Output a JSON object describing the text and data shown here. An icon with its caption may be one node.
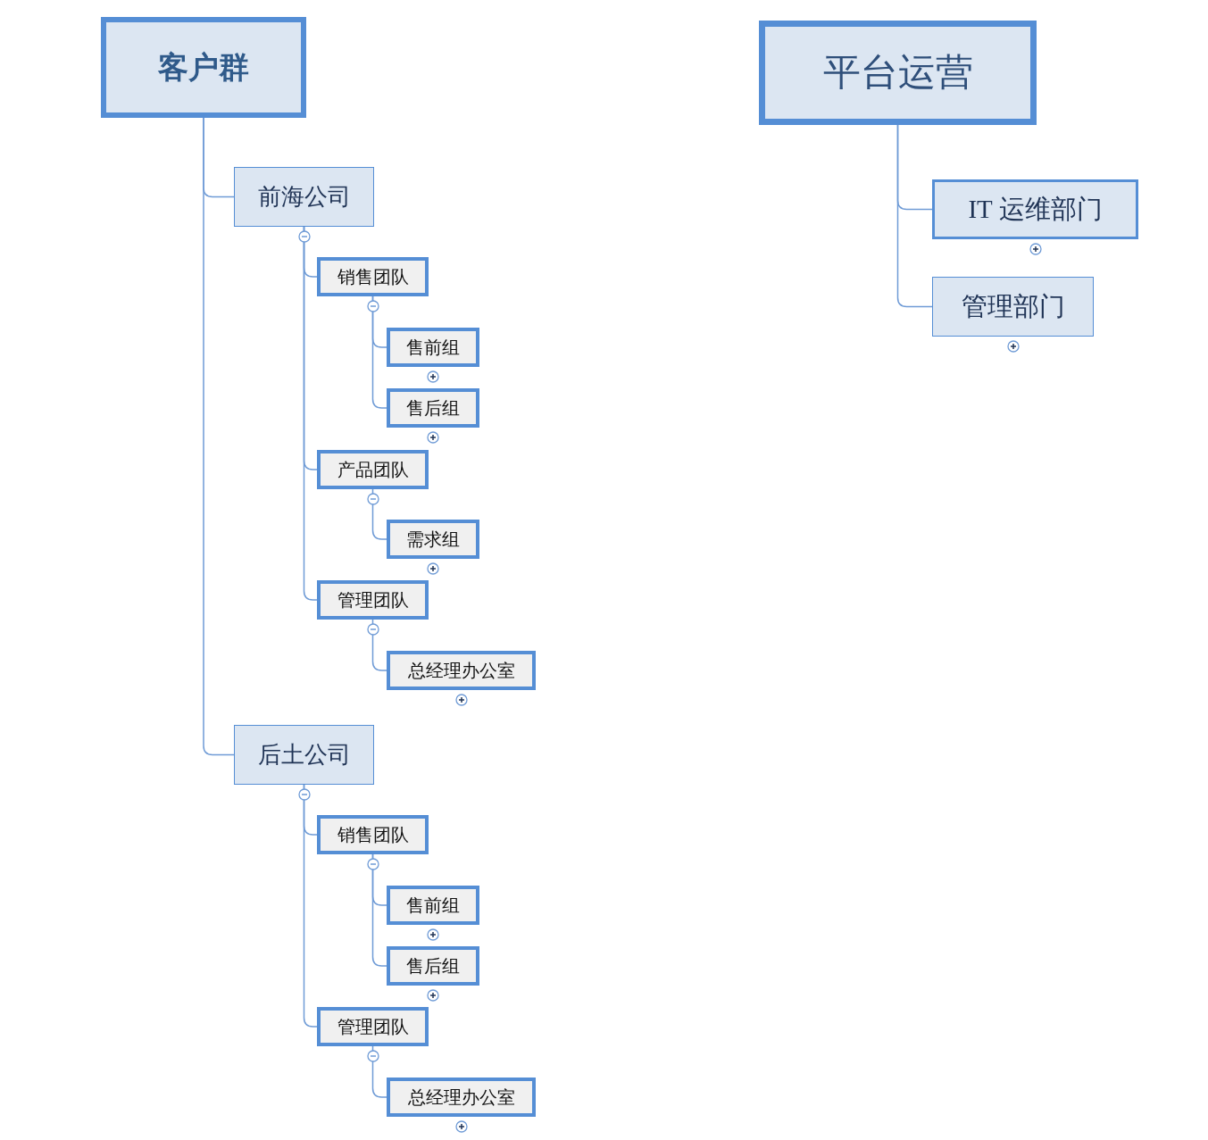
{
  "diagram": {
    "nodes": [
      {
        "text": [
          "客户群"
        ]
      },
      {
        "text": [
          "前海公司"
        ]
      },
      {
        "text": [
          "销售团队"
        ]
      },
      {
        "text": [
          "售前组"
        ]
      },
      {
        "text": [
          "售后组"
        ]
      },
      {
        "text": [
          "产品团队"
        ]
      },
      {
        "text": [
          "需求组"
        ]
      },
      {
        "text": [
          "管理团队"
        ]
      },
      {
        "text": [
          "总经理办公室"
        ]
      },
      {
        "text": [
          "后土公司"
        ]
      },
      {
        "text": [
          "销售团队"
        ]
      },
      {
        "text": [
          "售前组"
        ]
      },
      {
        "text": [
          "售后组"
        ]
      },
      {
        "text": [
          "管理团队"
        ]
      },
      {
        "text": [
          "总经理办公室"
        ]
      },
      {
        "text": [
          "平台运营"
        ]
      },
      {
        "text": [
          "IT 运维部门"
        ]
      },
      {
        "text": [
          "管理部门"
        ]
      }
    ],
    "edges": [
      {
        "from": 0,
        "to": 1,
        "arrow": "none"
      },
      {
        "from": 0,
        "to": 9,
        "arrow": "none"
      },
      {
        "from": 1,
        "to": 2,
        "arrow": "none"
      },
      {
        "from": 2,
        "to": 3,
        "arrow": "none"
      },
      {
        "from": 2,
        "to": 4,
        "arrow": "none"
      },
      {
        "from": 1,
        "to": 5,
        "arrow": "none"
      },
      {
        "from": 5,
        "to": 6,
        "arrow": "none"
      },
      {
        "from": 1,
        "to": 7,
        "arrow": "none"
      },
      {
        "from": 7,
        "to": 8,
        "arrow": "none"
      },
      {
        "from": 9,
        "to": 10,
        "arrow": "none"
      },
      {
        "from": 10,
        "to": 11,
        "arrow": "none"
      },
      {
        "from": 10,
        "to": 12,
        "arrow": "none"
      },
      {
        "from": 9,
        "to": 13,
        "arrow": "none"
      },
      {
        "from": 13,
        "to": 14,
        "arrow": "none"
      },
      {
        "from": 15,
        "to": 16,
        "arrow": "none"
      },
      {
        "from": 15,
        "to": 17,
        "arrow": "none"
      }
    ]
  }
}
